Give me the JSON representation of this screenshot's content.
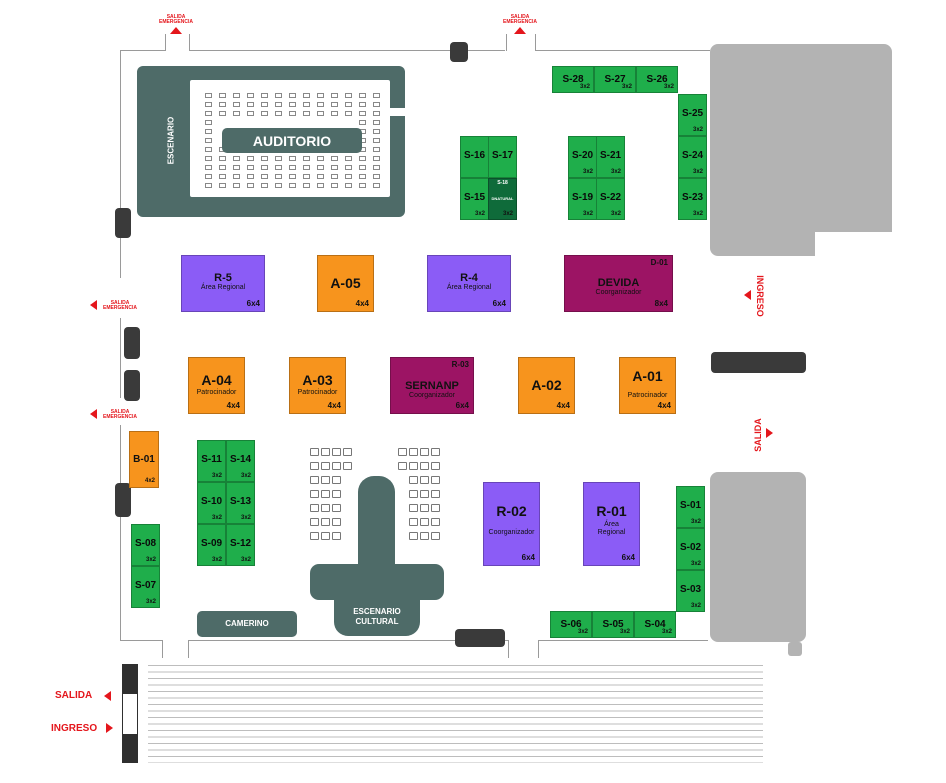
{
  "colors": {
    "green": "#1fae4b",
    "orange": "#f7941d",
    "purple": "#8b5cf6",
    "magenta": "#9c1464",
    "slate": "#4e6b68",
    "exit_red": "#e4161c",
    "dark": "#3a3a3a",
    "gray": "#b3b3b3"
  },
  "labels": {
    "auditorio": "AUDITORIO",
    "escenario": "ESCENARIO",
    "escenario_cultural_1": "ESCENARIO",
    "escenario_cultural_2": "CULTURAL",
    "camerino": "CAMERINO",
    "ingreso_right": "INGRESO",
    "salida_right": "SALIDA",
    "salida_bottom": "SALIDA",
    "ingreso_bottom": "INGRESO",
    "salida_emergencia_1": "SALIDA",
    "salida_emergencia_2": "EMERGENCIA"
  },
  "booths": {
    "r5": {
      "code": "R-5",
      "sub": "Área Regional",
      "size": "6x4"
    },
    "a05": {
      "code": "A-05",
      "size": "4x4"
    },
    "r4": {
      "code": "R-4",
      "sub": "Área Regional",
      "size": "6x4"
    },
    "devida": {
      "code": "DEVIDA",
      "sub": "Coorganizador",
      "tag": "D-01",
      "size": "8x4"
    },
    "a04": {
      "code": "A-04",
      "sub": "Patrocinador",
      "size": "4x4"
    },
    "a03": {
      "code": "A-03",
      "sub": "Patrocinador",
      "size": "4x4"
    },
    "sernanp": {
      "code": "SERNANP",
      "sub": "Coorganizador",
      "tag": "R-03",
      "size": "6x4"
    },
    "a02": {
      "code": "A-02",
      "size": "4x4"
    },
    "a01": {
      "code": "A-01",
      "sub": "Patrocinador",
      "size": "4x4"
    },
    "b01": {
      "code": "B-01",
      "size": "4x2"
    },
    "r02": {
      "code": "R-02",
      "sub": "Coorganizador",
      "size": "6x4"
    },
    "r01": {
      "code": "R-01",
      "sub1": "Área",
      "sub2": "Regional",
      "size": "6x4"
    },
    "s18": {
      "code": "S-18",
      "sub": "DNATURAL",
      "size": "3x2"
    }
  },
  "stands": [
    {
      "code": "S-28",
      "size": "3x2"
    },
    {
      "code": "S-27",
      "size": "3x2"
    },
    {
      "code": "S-26",
      "size": "3x2"
    },
    {
      "code": "S-25",
      "size": "3x2"
    },
    {
      "code": "S-24",
      "size": "3x2"
    },
    {
      "code": "S-23",
      "size": "3x2"
    },
    {
      "code": "S-16",
      "size": ""
    },
    {
      "code": "S-17",
      "size": ""
    },
    {
      "code": "S-15",
      "size": "3x2"
    },
    {
      "code": "S-20",
      "size": "3x2"
    },
    {
      "code": "S-21",
      "size": "3x2"
    },
    {
      "code": "S-19",
      "size": "3x2"
    },
    {
      "code": "S-22",
      "size": "3x2"
    },
    {
      "code": "S-11",
      "size": "3x2"
    },
    {
      "code": "S-14",
      "size": "3x2"
    },
    {
      "code": "S-10",
      "size": "3x2"
    },
    {
      "code": "S-13",
      "size": "3x2"
    },
    {
      "code": "S-09",
      "size": "3x2"
    },
    {
      "code": "S-12",
      "size": "3x2"
    },
    {
      "code": "S-08",
      "size": "3x2"
    },
    {
      "code": "S-07",
      "size": "3x2"
    },
    {
      "code": "S-01",
      "size": "3x2"
    },
    {
      "code": "S-02",
      "size": "3x2"
    },
    {
      "code": "S-03",
      "size": "3x2"
    },
    {
      "code": "S-06",
      "size": "3x2"
    },
    {
      "code": "S-05",
      "size": "3x2"
    },
    {
      "code": "S-04",
      "size": "3x2"
    }
  ]
}
